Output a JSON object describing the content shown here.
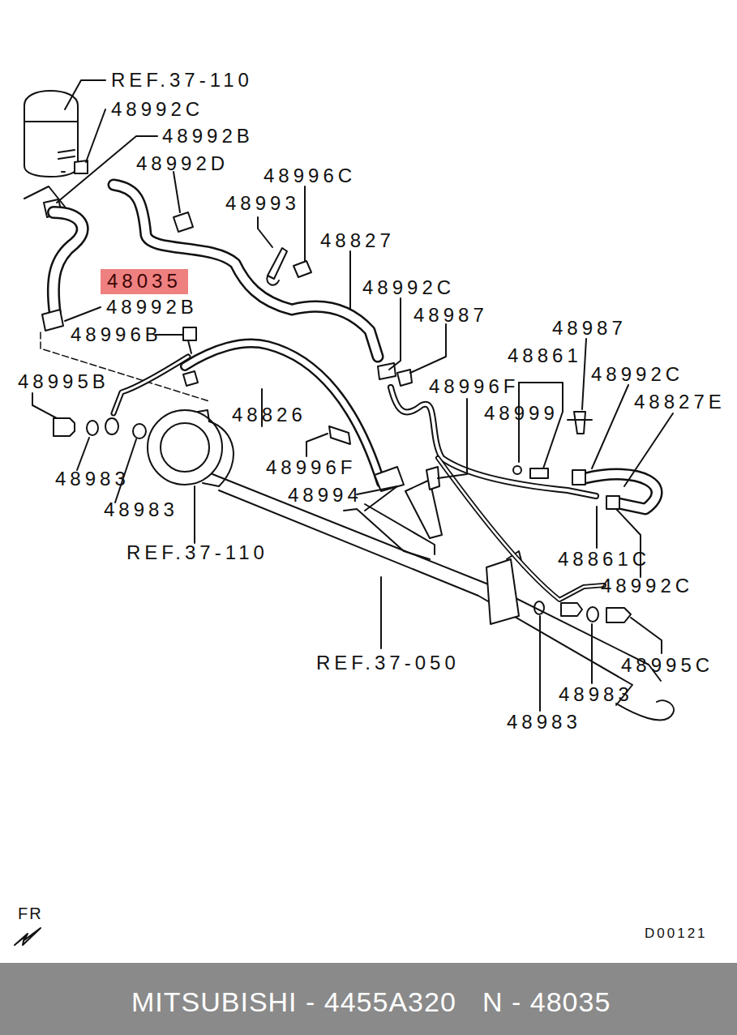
{
  "diagram": {
    "nodes": [
      {
        "text": [
          "48035"
        ]
      },
      {
        "text": [
          "MITSUBISHI - 4455A320",
          "N - 48035"
        ]
      }
    ],
    "labels": [
      "REF.37-110",
      "48992C",
      "48992B",
      "48992D",
      "48996C",
      "48993",
      "48827",
      "48992C",
      "48987",
      "48992B",
      "48996B",
      "48987",
      "48861",
      "48992C",
      "48995B",
      "48996F",
      "48827E",
      "48999",
      "48826",
      "48996F",
      "48983",
      "48994",
      "48983",
      "REF.37-110",
      "48861C",
      "48992C",
      "REF.37-050",
      "48995C",
      "48983",
      "48983",
      "FR",
      "D00121"
    ]
  }
}
